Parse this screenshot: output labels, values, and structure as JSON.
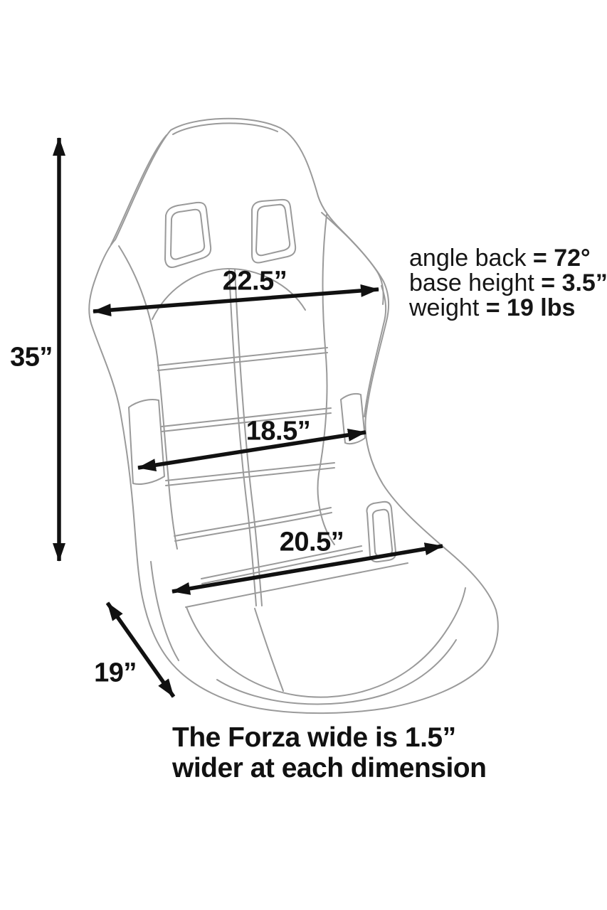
{
  "page": {
    "background": "#ffffff",
    "description": "Dimension diagram of a Forza racing bucket seat"
  },
  "colors": {
    "seat_line_gray": "#9a9a9a",
    "ink_black": "#111111"
  },
  "dimensions": {
    "overall_height": {
      "label": "35”"
    },
    "shoulder_width": {
      "label": "22.5”"
    },
    "lumbar_width": {
      "label": "18.5”"
    },
    "seat_width": {
      "label": "20.5”"
    },
    "seat_depth": {
      "label": "19”"
    }
  },
  "specs": {
    "items": [
      {
        "name": "angle back ",
        "value": "= 72°"
      },
      {
        "name": "base height ",
        "value": "= 3.5”"
      },
      {
        "name": "weight ",
        "value": "= 19 lbs"
      }
    ]
  },
  "caption": {
    "line1": "The Forza wide is 1.5”",
    "line2": "wider at each dimension"
  }
}
